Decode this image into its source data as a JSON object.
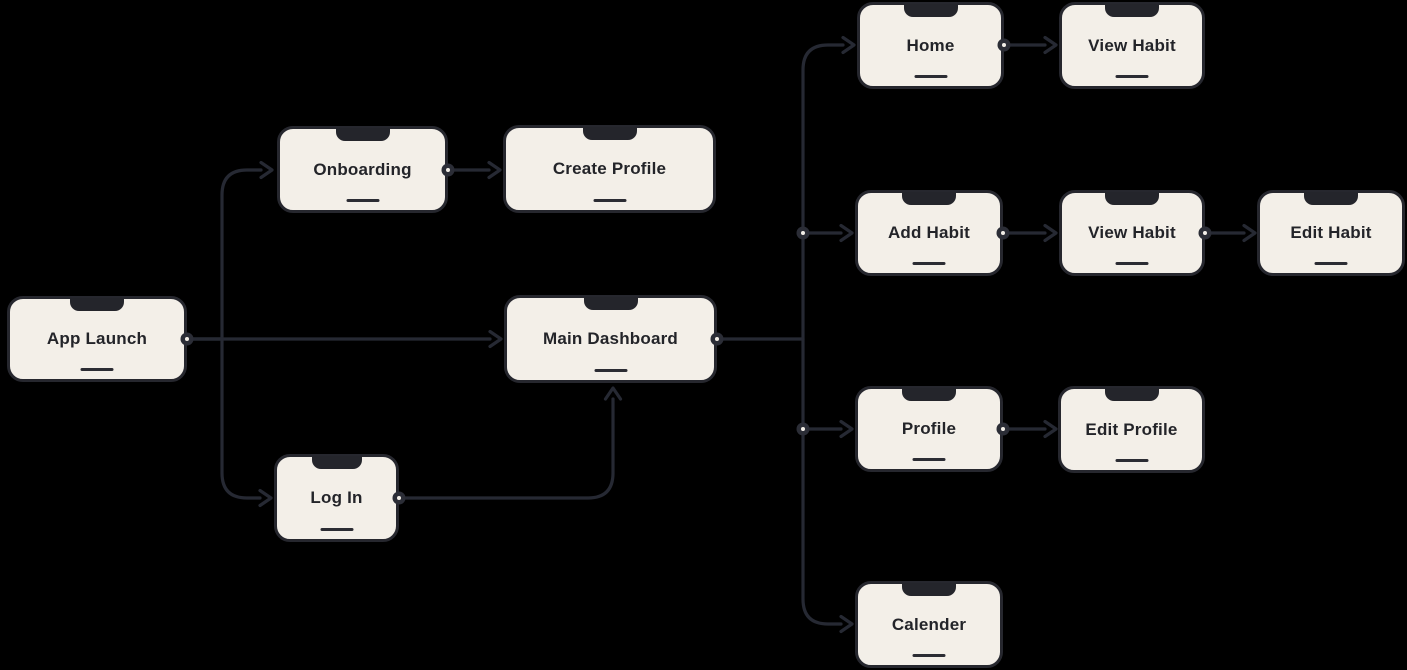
{
  "diagram": {
    "background_color": "#000000",
    "node_fill_color": "#f3efe8",
    "node_border_color": "#26272e",
    "node_text_color": "#232429",
    "edge_color": "#262933",
    "connector_dot_color": "#2b2d36",
    "connector_dot_center_color": "#f3efe8",
    "nodes": [
      {
        "id": "app-launch",
        "label": "App Launch"
      },
      {
        "id": "onboarding",
        "label": "Onboarding"
      },
      {
        "id": "create-profile",
        "label": "Create Profile"
      },
      {
        "id": "main-dashboard",
        "label": "Main Dashboard"
      },
      {
        "id": "log-in",
        "label": "Log In"
      },
      {
        "id": "home",
        "label": "Home"
      },
      {
        "id": "view-habit-1",
        "label": "View Habit"
      },
      {
        "id": "add-habit",
        "label": "Add Habit"
      },
      {
        "id": "view-habit-2",
        "label": "View Habit"
      },
      {
        "id": "edit-habit",
        "label": "Edit Habit"
      },
      {
        "id": "profile",
        "label": "Profile"
      },
      {
        "id": "edit-profile",
        "label": "Edit Profile"
      },
      {
        "id": "calender",
        "label": "Calender"
      }
    ],
    "edges": [
      {
        "from": "app-launch",
        "to": "onboarding"
      },
      {
        "from": "app-launch",
        "to": "main-dashboard"
      },
      {
        "from": "app-launch",
        "to": "log-in"
      },
      {
        "from": "onboarding",
        "to": "create-profile"
      },
      {
        "from": "log-in",
        "to": "main-dashboard"
      },
      {
        "from": "main-dashboard",
        "to": "home"
      },
      {
        "from": "main-dashboard",
        "to": "add-habit"
      },
      {
        "from": "main-dashboard",
        "to": "profile"
      },
      {
        "from": "main-dashboard",
        "to": "calender"
      },
      {
        "from": "home",
        "to": "view-habit-1"
      },
      {
        "from": "add-habit",
        "to": "view-habit-2"
      },
      {
        "from": "view-habit-2",
        "to": "edit-habit"
      },
      {
        "from": "profile",
        "to": "edit-profile"
      }
    ]
  }
}
